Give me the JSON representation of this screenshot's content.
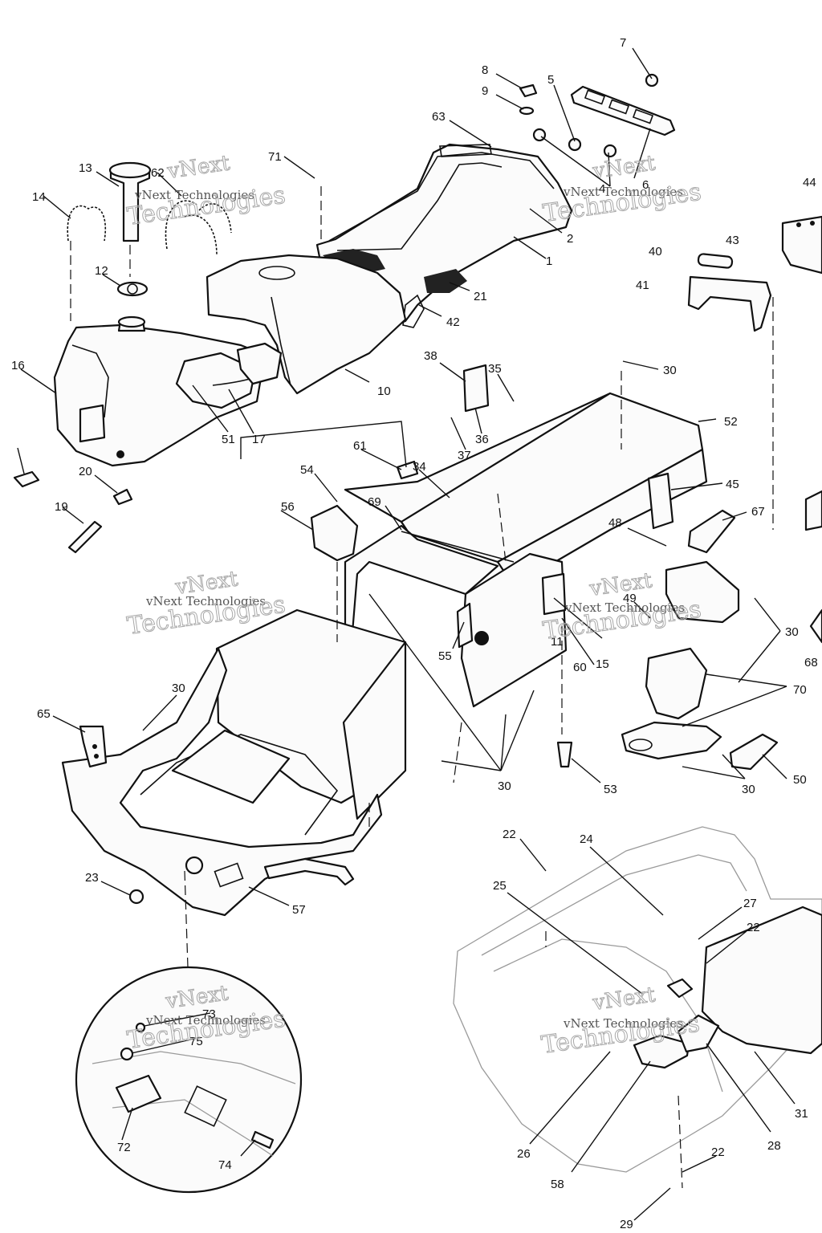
{
  "callouts": [
    "1",
    "2",
    "4",
    "5",
    "6",
    "7",
    "8",
    "9",
    "10",
    "11",
    "12",
    "13",
    "14",
    "15",
    "16",
    "17",
    "19",
    "20",
    "21",
    "22",
    "23",
    "24",
    "25",
    "26",
    "27",
    "28",
    "29",
    "30",
    "31",
    "34",
    "35",
    "36",
    "37",
    "38",
    "40",
    "41",
    "42",
    "43",
    "44",
    "45",
    "48",
    "49",
    "50",
    "51",
    "52",
    "53",
    "54",
    "55",
    "56",
    "57",
    "58",
    "60",
    "61",
    "62",
    "63",
    "65",
    "67",
    "68",
    "69",
    "70",
    "71",
    "72",
    "73",
    "74",
    "75"
  ],
  "watermark": {
    "brand_outline": "vNext",
    "company": "vNext Technologies",
    "company_outline": "Technologies"
  },
  "colors": {
    "line": "#111111",
    "paper": "#ffffff",
    "ghost": "#9a9a9a",
    "watermark": "#a8a8a8"
  }
}
